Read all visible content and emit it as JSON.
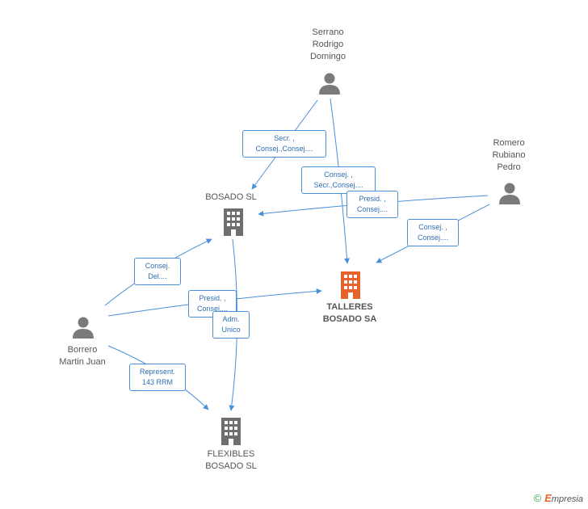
{
  "nodes": {
    "serrano": {
      "label": "Serrano\nRodrigo\nDomingo",
      "type": "person"
    },
    "romero": {
      "label": "Romero\nRubiano\nPedro",
      "type": "person"
    },
    "borrero": {
      "label": "Borrero\nMartin Juan",
      "type": "person"
    },
    "bosado_sl": {
      "label": "BOSADO SL",
      "type": "company"
    },
    "talleres": {
      "label": "TALLERES\nBOSADO SA",
      "type": "company-focus"
    },
    "flexibles": {
      "label": "FLEXIBLES\nBOSADO SL",
      "type": "company"
    }
  },
  "roles": {
    "serrano_bosado": "Secr. ,\nConsej.,Consej....",
    "serrano_talleres": "Consej. ,\nSecr.,Consej....",
    "romero_bosado": "Presid. ,\nConsej....",
    "romero_talleres": "Consej. ,\nConsej....",
    "borrero_bosado": "Consej.\nDel....",
    "borrero_talleres": "Presid. ,\nConsej....",
    "bosado_flexibles": "Adm.\nUnico",
    "borrero_flexibles": "Represent.\n143 RRM"
  },
  "colors": {
    "edge": "#4a90d9",
    "person_icon": "#7a7a7a",
    "company_icon": "#6e6e6e",
    "focus_icon": "#e8622e"
  },
  "branding": {
    "copyright": "©",
    "e": "E",
    "rest": "mpresia"
  }
}
